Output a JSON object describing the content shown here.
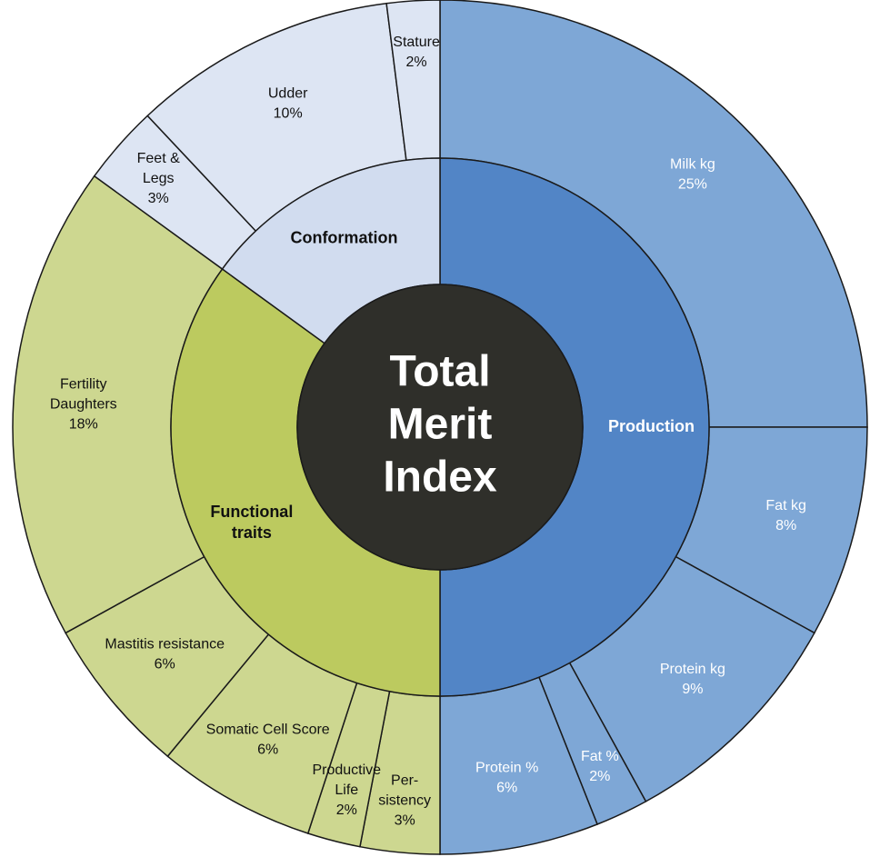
{
  "chart_data": {
    "type": "pie",
    "subtype": "sunburst",
    "center_label": [
      "Total",
      "Merit",
      "Index"
    ],
    "colors": {
      "center": "#2f2f2a",
      "Production": {
        "inner": "#5285c6",
        "outer": "#7ea7d6",
        "text": "#ffffff"
      },
      "Functional traits": {
        "inner": "#bcca5f",
        "outer": "#cdd790",
        "text": "#111111"
      },
      "Conformation": {
        "inner": "#d1dcef",
        "outer": "#dde5f3",
        "text": "#111111"
      },
      "stroke": "#1a1a1a"
    },
    "groups": [
      {
        "name": "Production",
        "items": [
          {
            "label": [
              "Milk kg",
              "25%"
            ],
            "value": 25
          },
          {
            "label": [
              "Fat kg",
              "8%"
            ],
            "value": 8
          },
          {
            "label": [
              "Protein kg",
              "9%"
            ],
            "value": 9
          },
          {
            "label": [
              "Fat %",
              "2%"
            ],
            "value": 2
          },
          {
            "label": [
              "Protein %",
              "6%"
            ],
            "value": 6
          }
        ]
      },
      {
        "name": "Functional traits",
        "label": [
          "Functional",
          "traits"
        ],
        "items": [
          {
            "label": [
              "Per-",
              "sistency",
              "3%"
            ],
            "value": 3
          },
          {
            "label": [
              "Productive",
              "Life",
              "2%"
            ],
            "value": 2
          },
          {
            "label": [
              "Somatic Cell Score",
              "6%"
            ],
            "value": 6
          },
          {
            "label": [
              "Mastitis resistance",
              "6%"
            ],
            "value": 6
          },
          {
            "label": [
              "Fertility",
              "Daughters",
              "18%"
            ],
            "value": 18
          }
        ]
      },
      {
        "name": "Conformation",
        "items": [
          {
            "label": [
              "Feet &",
              "Legs",
              "3%"
            ],
            "value": 3
          },
          {
            "label": [
              "Udder",
              "10%"
            ],
            "value": 10
          },
          {
            "label": [
              "Stature",
              "2%"
            ],
            "value": 2
          }
        ]
      }
    ]
  }
}
